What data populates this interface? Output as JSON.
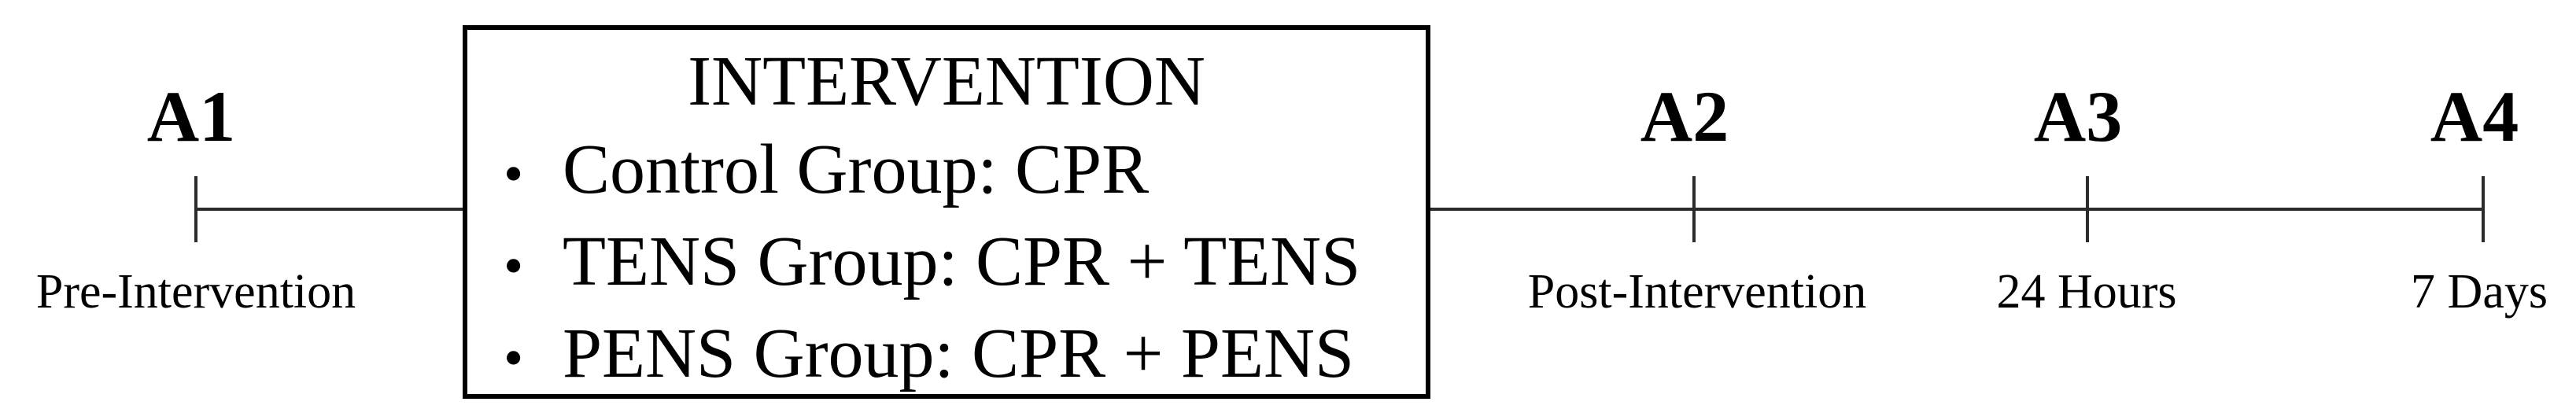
{
  "diagram": {
    "colors": {
      "background": "#ffffff",
      "line": "#2b2b2b",
      "ink": "#000000"
    },
    "timepoints": [
      {
        "id": "A1",
        "label": "Pre-Intervention"
      },
      {
        "id": "A2",
        "label": "Post-Intervention"
      },
      {
        "id": "A3",
        "label": "24 Hours"
      },
      {
        "id": "A4",
        "label": "7 Days"
      }
    ],
    "intervention_box": {
      "title": "INTERVENTION",
      "bullet_char": "•",
      "items": [
        "Control Group: CPR",
        "TENS Group: CPR + TENS",
        "PENS Group: CPR + PENS"
      ]
    }
  }
}
